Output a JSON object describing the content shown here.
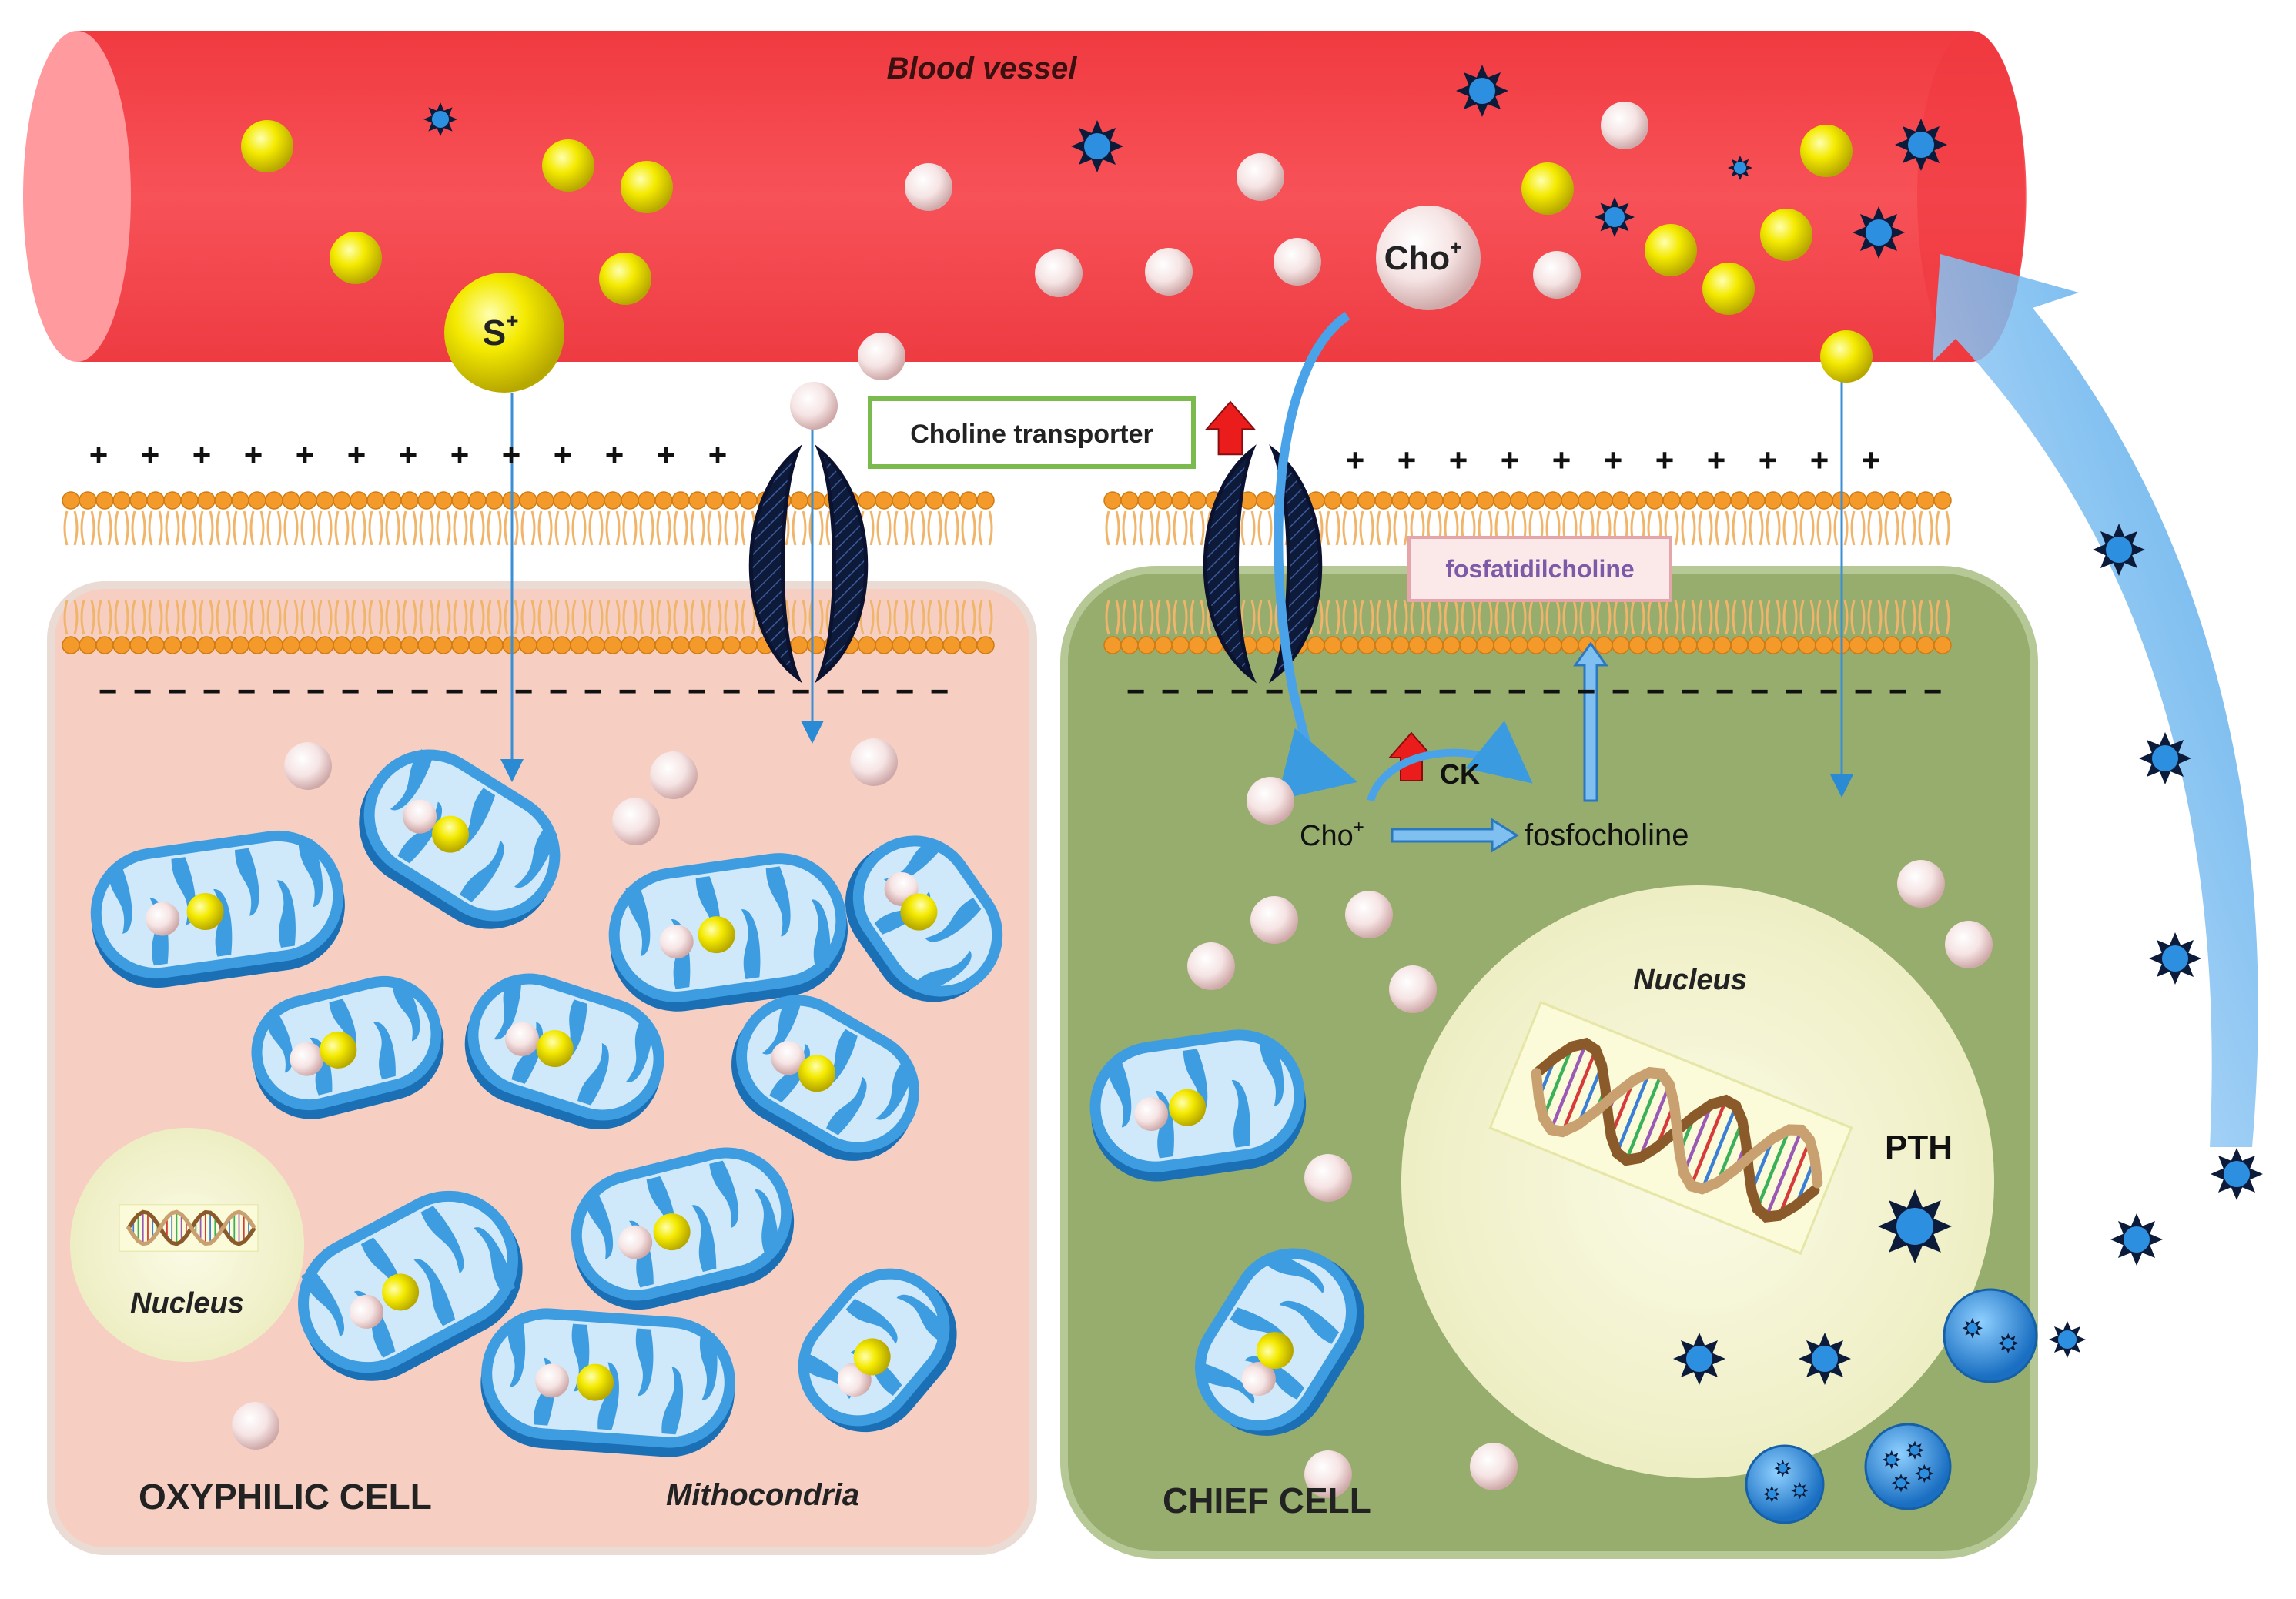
{
  "labels": {
    "blood_vessel": "Blood vessel",
    "cho_vessel_main": "Cho",
    "cho_vessel_sup": "+",
    "s_main": "S",
    "s_sup": "+",
    "choline_transporter": "Choline transporter",
    "fosfatidilcholine": "fosfatidilcholine",
    "ck": "CK",
    "cho_cell_main": "Cho",
    "cho_cell_sup": "+",
    "fosfocholine": "fosfocholine",
    "nucleus_chief": "Nucleus",
    "pth": "PTH",
    "nucleus_oxy": "Nucleus",
    "oxyphilic_cell": "OXYPHILIC CELL",
    "mithocondria": "Mithocondria",
    "chief_cell": "CHIEF CELL"
  },
  "charges": {
    "positive": "+",
    "negative": "−"
  },
  "icons": {
    "yellow_ion": "sestamibi-cation-dot",
    "pink_ion": "choline-dot",
    "pth_star": "pth-star",
    "transporter": "choline-transporter-channel",
    "increase_arrow": "red-up-arrow",
    "dna": "dna-helix",
    "mitochondrion": "mitochondrion"
  },
  "colors": {
    "vessel": "#f5454b",
    "yellow_ion": "#f2e600",
    "pink_ion": "#f6e3e3",
    "oxyphilic_cell": "#f6cfc2",
    "chief_cell": "#97ad6e",
    "nucleus": "#f6f5d4",
    "mitochondria": "#2d8fd4",
    "pth": "#1a72c9",
    "membrane_head": "#f49a2a",
    "transporter": "#0f1c3c"
  }
}
